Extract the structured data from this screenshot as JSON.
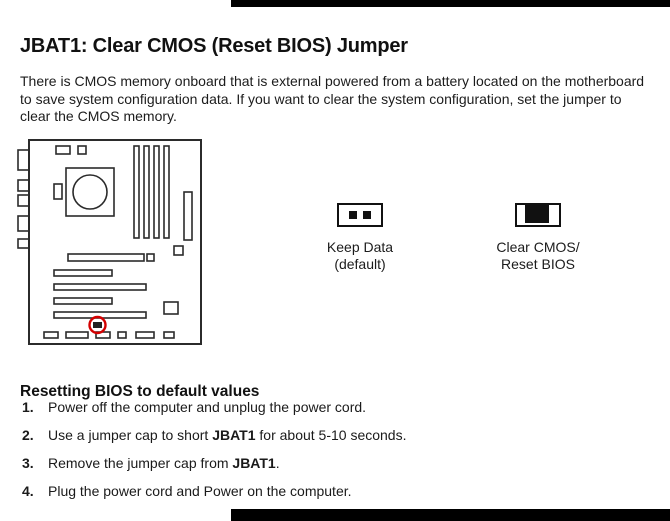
{
  "colors": {
    "bar_black": "#000000",
    "highlight_red": "#d40000"
  },
  "header": {
    "title": "JBAT1: Clear CMOS (Reset BIOS) Jumper"
  },
  "intro": "There is CMOS memory onboard that is external powered from a battery located on the motherboard to save system configuration data. If you want to clear the system configuration, set the jumper to clear the CMOS memory.",
  "jumpers": {
    "keep": {
      "line1": "Keep Data",
      "line2": "(default)"
    },
    "clear": {
      "line1": "Clear CMOS/",
      "line2": "Reset BIOS"
    }
  },
  "reset_section": {
    "heading": "Resetting BIOS to default values",
    "steps": [
      {
        "num": "1.",
        "pre": "Power off the computer and unplug the power cord."
      },
      {
        "num": "2.",
        "pre": "Use a jumper cap to short ",
        "bold": "JBAT1",
        "post": " for about 5-10 seconds."
      },
      {
        "num": "3.",
        "pre": "Remove the jumper cap from ",
        "bold": "JBAT1",
        "post": "."
      },
      {
        "num": "4.",
        "pre": "Plug the power cord and Power on the computer."
      }
    ]
  }
}
